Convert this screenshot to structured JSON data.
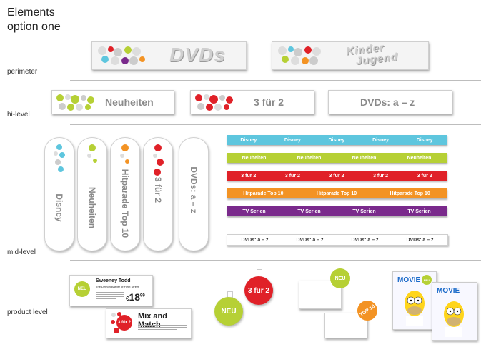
{
  "page": {
    "title_line1": "Elements",
    "title_line2": "option one"
  },
  "sections": {
    "perimeter": "perimeter",
    "hi_level": "hi-level",
    "mid_level": "mid-level",
    "product_level": "product level"
  },
  "perimeter": {
    "banner1": "DVDs",
    "banner2_line1": "Kinder",
    "banner2_line2": "Jugend"
  },
  "hi_level": {
    "neuheiten": "Neuheiten",
    "drei_fuer_zwei": "3 für 2",
    "dvds_az": "DVDs: a – z"
  },
  "mid_level": {
    "petals": [
      "Disney",
      "Neuheiten",
      "Hitparade Top 10",
      "3 für 2",
      "DVDs: a – z"
    ],
    "bars": [
      {
        "label": "Disney",
        "repeat": 5,
        "color": "#5ec6de"
      },
      {
        "label": "Neuheiten",
        "repeat": 4,
        "color": "#b6d035"
      },
      {
        "label": "3 für 2",
        "repeat": 5,
        "color": "#e02128"
      },
      {
        "label": "Hitparade Top 10",
        "repeat": 3,
        "color": "#f39324"
      },
      {
        "label": "TV Serien",
        "repeat": 4,
        "color": "#7a2a8c"
      }
    ],
    "white_bar": {
      "label": "DVDs: a – z",
      "repeat": 4
    }
  },
  "product": {
    "card1": {
      "title": "Sweeney Todd",
      "subtitle": "The Demon Barber of Fleet Street",
      "price_main": "18",
      "price_cents": "99",
      "currency": "€",
      "badge": "NEU"
    },
    "card2": {
      "title": "Mix and Match",
      "badge": "3 für 2"
    },
    "hanger_red": "3 für 2",
    "hanger_green": "NEU",
    "shelf_neu": "NEU",
    "shelf_top": "TOP 10",
    "movie_title": "MOVIE"
  },
  "colors": {
    "green": "#b6d035",
    "red": "#e02128",
    "orange": "#f39324",
    "blue": "#5ec6de",
    "purple": "#7a2a8c",
    "grey_text": "#8a8a8a"
  }
}
